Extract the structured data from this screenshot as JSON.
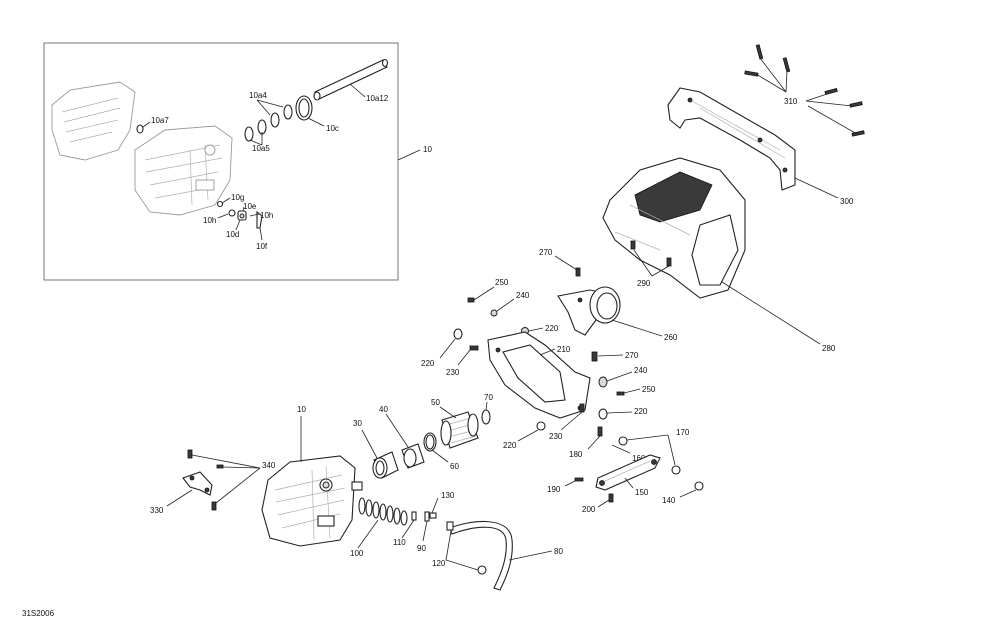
{
  "document": {
    "reference_code": "31S2006"
  },
  "callouts": {
    "c10a12": "10a12",
    "c10a4": "10a4",
    "c10a5": "10a5",
    "c10c": "10c",
    "c10a7": "10a7",
    "c10g": "10g",
    "c10e": "10e",
    "c10h_r": "10h",
    "c10h_l": "10h",
    "c10d": "10d",
    "c10f": "10f",
    "c10_box": "10",
    "c310": "310",
    "c300": "300",
    "c270_top": "270",
    "c290": "290",
    "c250_top": "250",
    "c240_top": "240",
    "c220_top": "220",
    "c210": "210",
    "c260": "260",
    "c280": "280",
    "c270_mid": "270",
    "c220_left": "220",
    "c230_left": "230",
    "c240_mid": "240",
    "c250_mid": "250",
    "c220_mid": "220",
    "c230_mid": "230",
    "c220_low": "220",
    "c170": "170",
    "c180": "180",
    "c160": "160",
    "c190": "190",
    "c150": "150",
    "c200": "200",
    "c140": "140",
    "c10_main": "10",
    "c40": "40",
    "c50": "50",
    "c70": "70",
    "c30": "30",
    "c60": "60",
    "c340": "340",
    "c330": "330",
    "c130": "130",
    "c100": "100",
    "c110": "110",
    "c90": "90",
    "c120": "120",
    "c80": "80"
  }
}
